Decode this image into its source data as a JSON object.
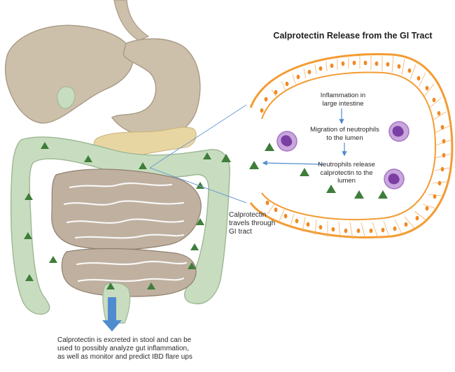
{
  "title": "Calprotectin Release from the GI Tract",
  "steps": [
    "Inflammation in\nlarge intestine",
    "Migration of neutrophils\nto the lumen",
    "Neutrophils release\ncalprotectin to the\nlumen"
  ],
  "side_label": "Calprotectin\ntravels through\nGI tract",
  "caption": "Calprotectin is excreted in stool and can be\nused to possibly analyze gut inflammation,\nas well as monitor and predict IBD flare ups",
  "colors": {
    "organ": "#ccc0ab",
    "organ_dark": "#a89a85",
    "colon": "#c8ddbf",
    "pancreas": "#e8d6a2",
    "small_intestine": "#bfb0a0",
    "triangle": "#3f7d3a",
    "cell_membrane": "#f39c33",
    "neutrophil": "#a572c4",
    "arrow": "#4f8ccf"
  }
}
